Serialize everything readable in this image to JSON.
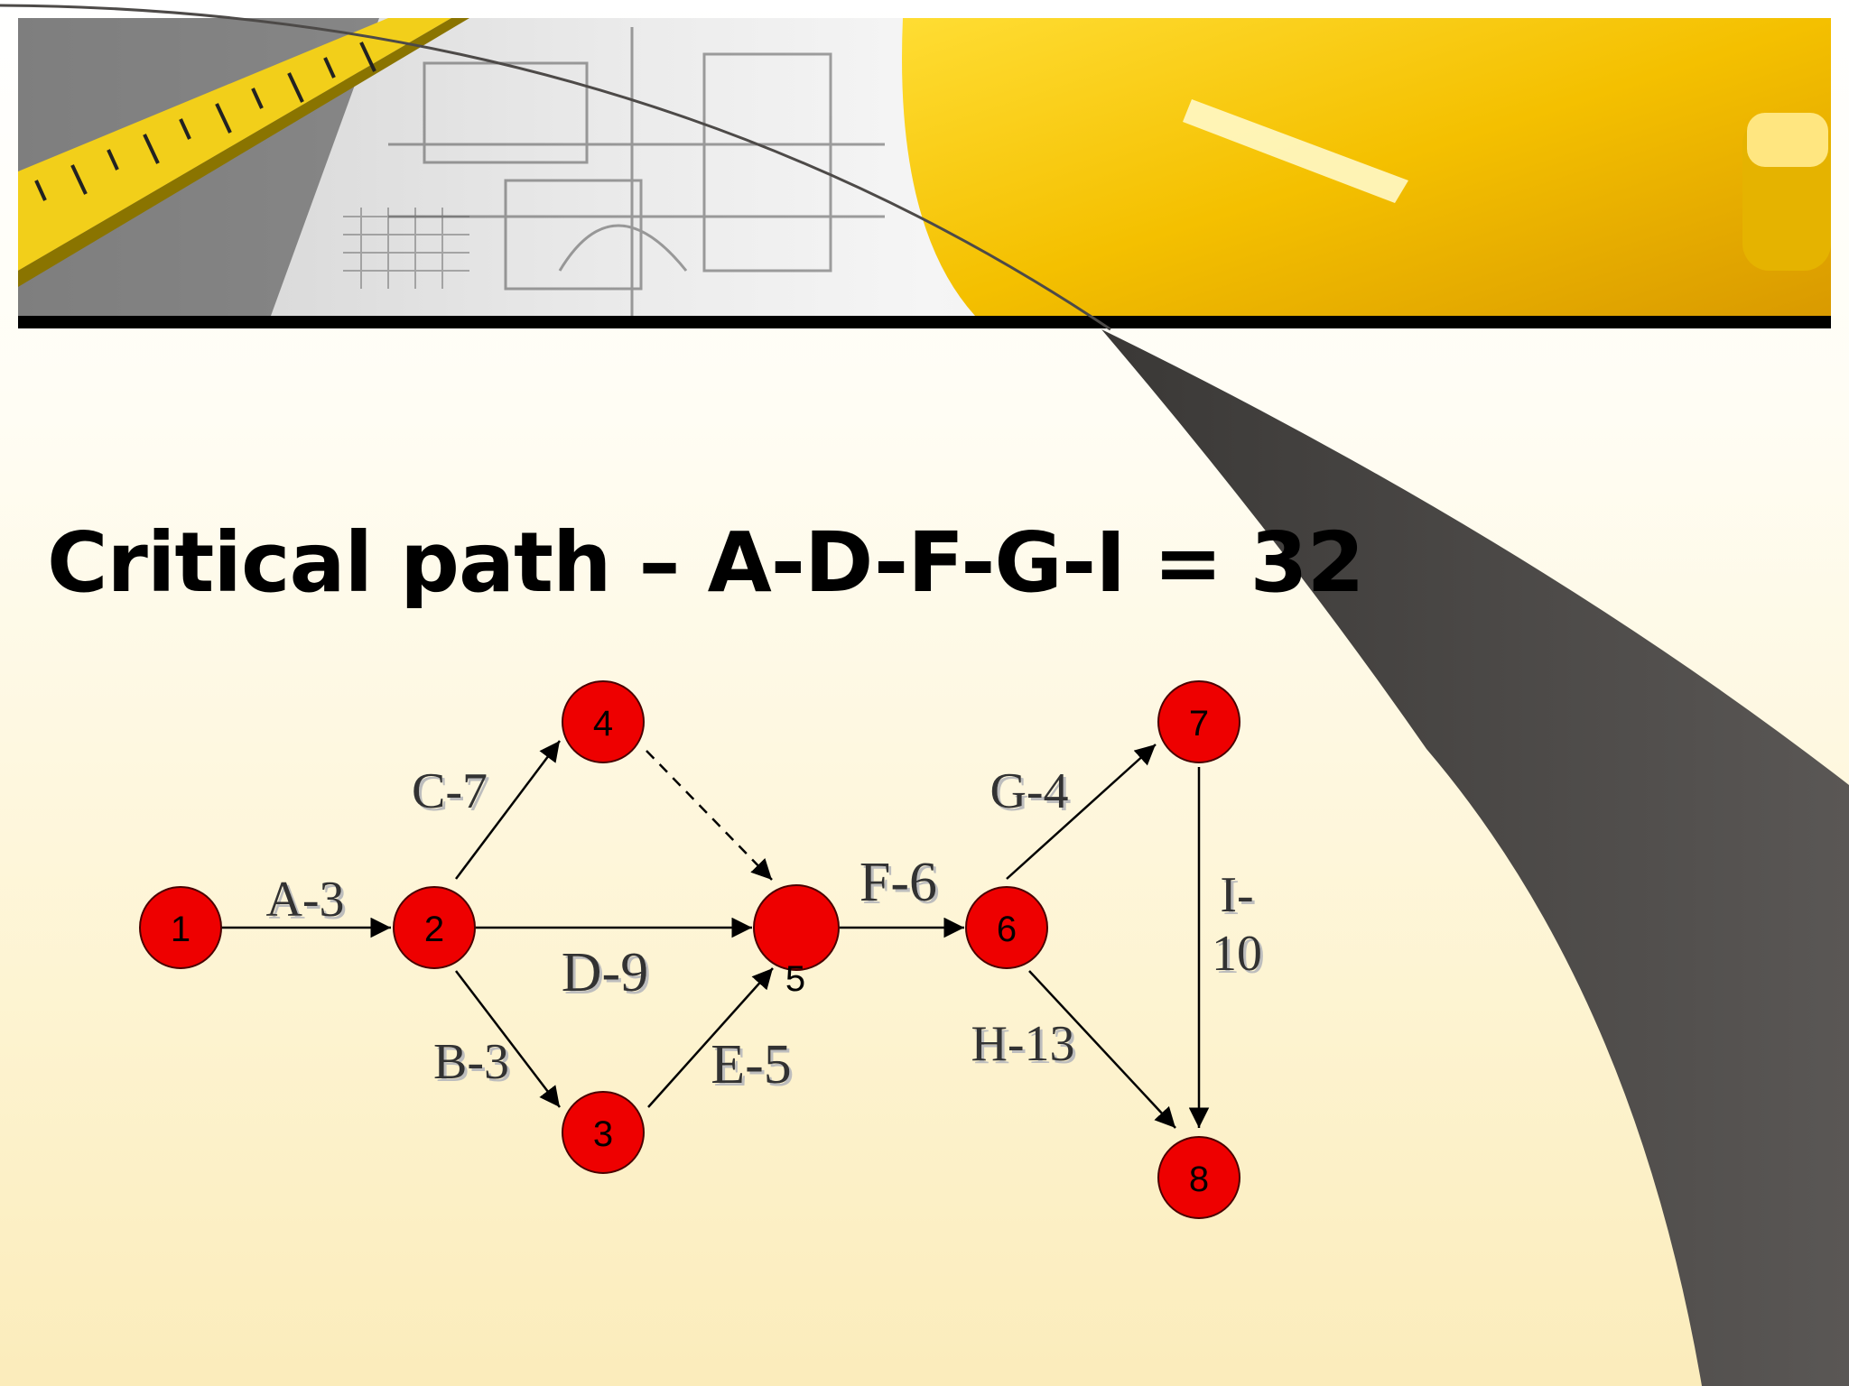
{
  "title": "Critical path – A-D-F-G-I = 32",
  "colors": {
    "node_fill": "#ee0000",
    "node_stroke": "#4a0000",
    "edge": "#000000",
    "swoosh": "#4d4a48",
    "header_yellow": "#f3c100"
  },
  "diagram": {
    "nodes": [
      {
        "id": "1",
        "label": "1"
      },
      {
        "id": "2",
        "label": "2"
      },
      {
        "id": "3",
        "label": "3"
      },
      {
        "id": "4",
        "label": "4"
      },
      {
        "id": "5",
        "label": "5"
      },
      {
        "id": "6",
        "label": "6"
      },
      {
        "id": "7",
        "label": "7"
      },
      {
        "id": "8",
        "label": "8"
      }
    ],
    "edges": [
      {
        "from": "1",
        "to": "2",
        "label": "A-3",
        "dashed": false
      },
      {
        "from": "2",
        "to": "4",
        "label": "C-7",
        "dashed": false
      },
      {
        "from": "2",
        "to": "5",
        "label": "D-9",
        "dashed": false
      },
      {
        "from": "2",
        "to": "3",
        "label": "B-3",
        "dashed": false
      },
      {
        "from": "3",
        "to": "5",
        "label": "E-5",
        "dashed": false
      },
      {
        "from": "4",
        "to": "5",
        "label": "",
        "dashed": true
      },
      {
        "from": "5",
        "to": "6",
        "label": "F-6",
        "dashed": false
      },
      {
        "from": "6",
        "to": "7",
        "label": "G-4",
        "dashed": false
      },
      {
        "from": "6",
        "to": "8",
        "label": "H-13",
        "dashed": false
      },
      {
        "from": "7",
        "to": "8",
        "label": "I-10",
        "dashed": false
      }
    ],
    "label_i_line1": "I-",
    "label_i_line2": "10"
  }
}
